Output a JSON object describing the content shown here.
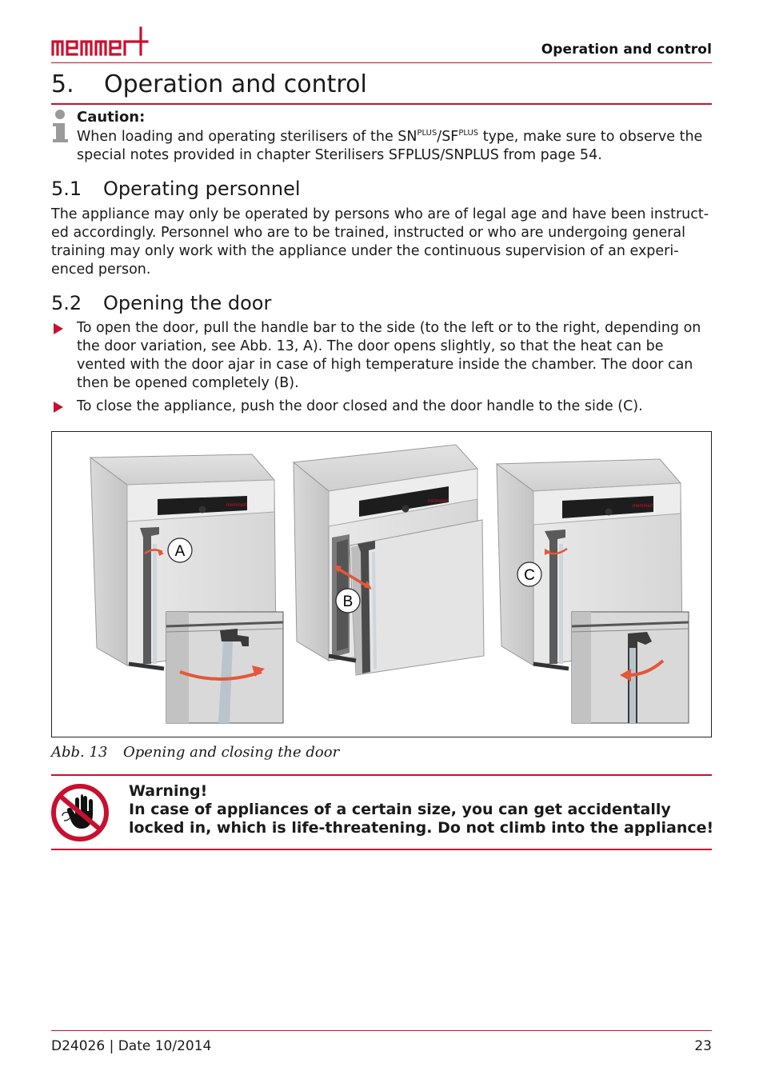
{
  "header": {
    "logo_text": "memmert",
    "running_title": "Operation and control"
  },
  "section": {
    "number": "5.",
    "title": "Operation and control"
  },
  "caution": {
    "icon": "info-icon",
    "title": "Caution:",
    "text_before": "When loading and operating sterilisers of the SN",
    "sup1": "PLUS",
    "slash_sf": "/SF",
    "sup2": "PLUS",
    "text_after": " type, make sure to observe the special notes provided in chapter Sterilisers SFPLUS/SNPLUS from page 54."
  },
  "subsection1": {
    "number": "5.1",
    "title": "Operating personnel",
    "text": "The appliance may only be operated by persons who are of legal age and have been instruct-ed accordingly. Personnel who are to be trained, instructed or who are undergoing general training may only work with the appliance under the continuous supervision of an experi-enced person."
  },
  "subsection2": {
    "number": "5.2",
    "title": "Opening the door",
    "bullets": [
      "To open the door, pull the handle bar to the side (to the left or to the right, depending on the door variation, see Abb. 13, A). The door opens slightly, so that the heat can be vented with the door ajar in case of high temperature inside the chamber. The door can then be opened completely (B).",
      "To close the appliance, push the door closed and the door handle to the side (C)."
    ]
  },
  "figure": {
    "labels": [
      "A",
      "B",
      "C"
    ],
    "appliance_brand": "memmert",
    "caption_number": "Abb. 13",
    "caption_text": "Opening and closing the door"
  },
  "warning": {
    "icon": "no-access-hand-icon",
    "title": "Warning!",
    "text": "In case of appliances of a certain size, you can get accidentally locked in, which is life-threatening. Do not climb into the appliance!"
  },
  "footer": {
    "doc_info": "D24026 | Date 10/2014",
    "page_number": "23"
  },
  "colors": {
    "brand_red": "#c8102e",
    "arrow_red": "#e4573a"
  }
}
